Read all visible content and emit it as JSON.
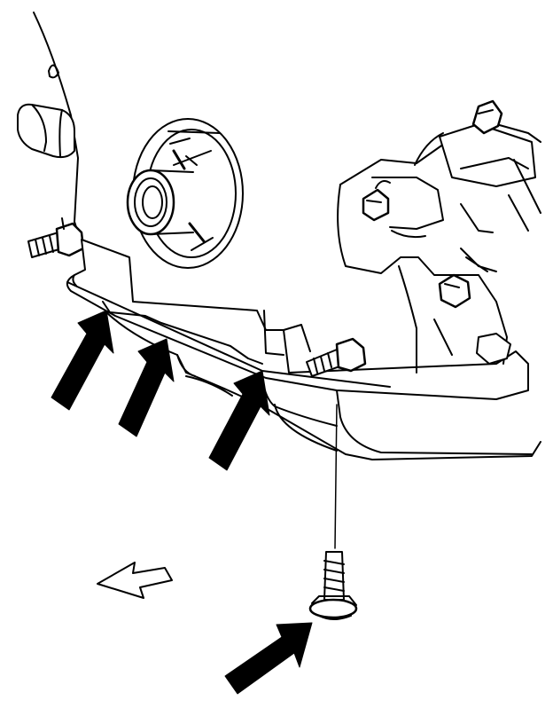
{
  "diagram": {
    "kind": "technical line illustration",
    "colors": {
      "line": "#000000",
      "fill": "#ffffff",
      "arrow": "#000000"
    },
    "callouts": [
      {
        "name": "oil-pan-edge-arrow-left",
        "icon": "solid-black-arrow"
      },
      {
        "name": "oil-pan-edge-arrow-middle",
        "icon": "solid-black-arrow"
      },
      {
        "name": "oil-pan-edge-arrow-right",
        "icon": "solid-black-arrow"
      },
      {
        "name": "bolt-head-arrow",
        "icon": "solid-black-arrow"
      }
    ],
    "direction_indicator": {
      "name": "front-direction-arrow",
      "icon": "outlined-arrow",
      "points": "left"
    }
  }
}
